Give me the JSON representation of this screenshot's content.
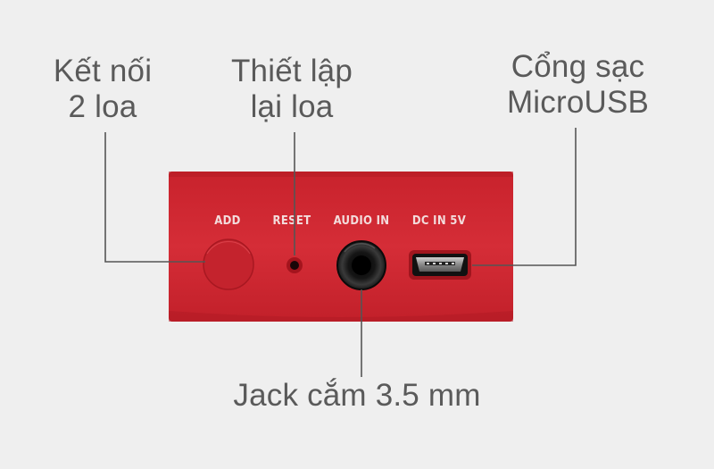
{
  "callouts": {
    "add": {
      "line1": "Kết nối",
      "line2": "2 loa"
    },
    "reset": {
      "line1": "Thiết lập",
      "line2": "lại loa"
    },
    "usb": {
      "line1": "Cổng sạc",
      "line2": "MicroUSB"
    },
    "jack": {
      "line1": "Jack cắm 3.5 mm"
    }
  },
  "panel": {
    "labels": {
      "add": "ADD",
      "reset": "RESET",
      "audio_in": "AUDIO IN",
      "dc_in": "DC IN 5V"
    }
  },
  "colors": {
    "panel": "#d42a34",
    "background": "#efefef",
    "text": "#5a5a5a"
  }
}
